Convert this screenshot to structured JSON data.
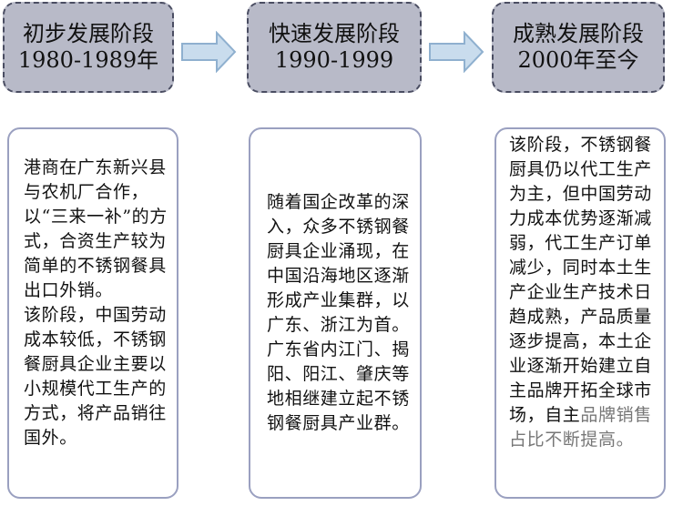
{
  "stages": [
    {
      "name": "初步发展阶段",
      "period": "1980-1989年"
    },
    {
      "name": "快速发展阶段",
      "period": "1990-1999"
    },
    {
      "name": "成熟发展阶段",
      "period": "2000年至今"
    }
  ],
  "descriptions": {
    "stage1_p1": "港商在广东新兴县与农机厂合作，以“三来一补”的方式，合资生产较为简单的不锈钢餐具出口外销。",
    "stage1_p2": "该阶段，中国劳动成本较低，不锈钢餐厨具企业主要以小规模代工生产的方式，将产品销往国外。",
    "stage2": "随着国企改革的深入，众多不锈钢餐厨具企业涌现，在中国沿海地区逐渐形成产业集群，以广东、浙江为首。广东省内江门、揭阳、阳江、肇庆等地相继建立起不锈钢餐厨具产业群。",
    "stage3": "该阶段，不锈钢餐厨具仍以代工生产为主，但中国劳动力成本优势逐渐减弱，代工生产订单减少，同时本土生产企业生产技术日趋成熟，产品质量逐步提高，本土企业逐渐开始建立自主品牌开拓全球市场，自主",
    "stage3_tail": "品牌销售占比不断提高。"
  }
}
